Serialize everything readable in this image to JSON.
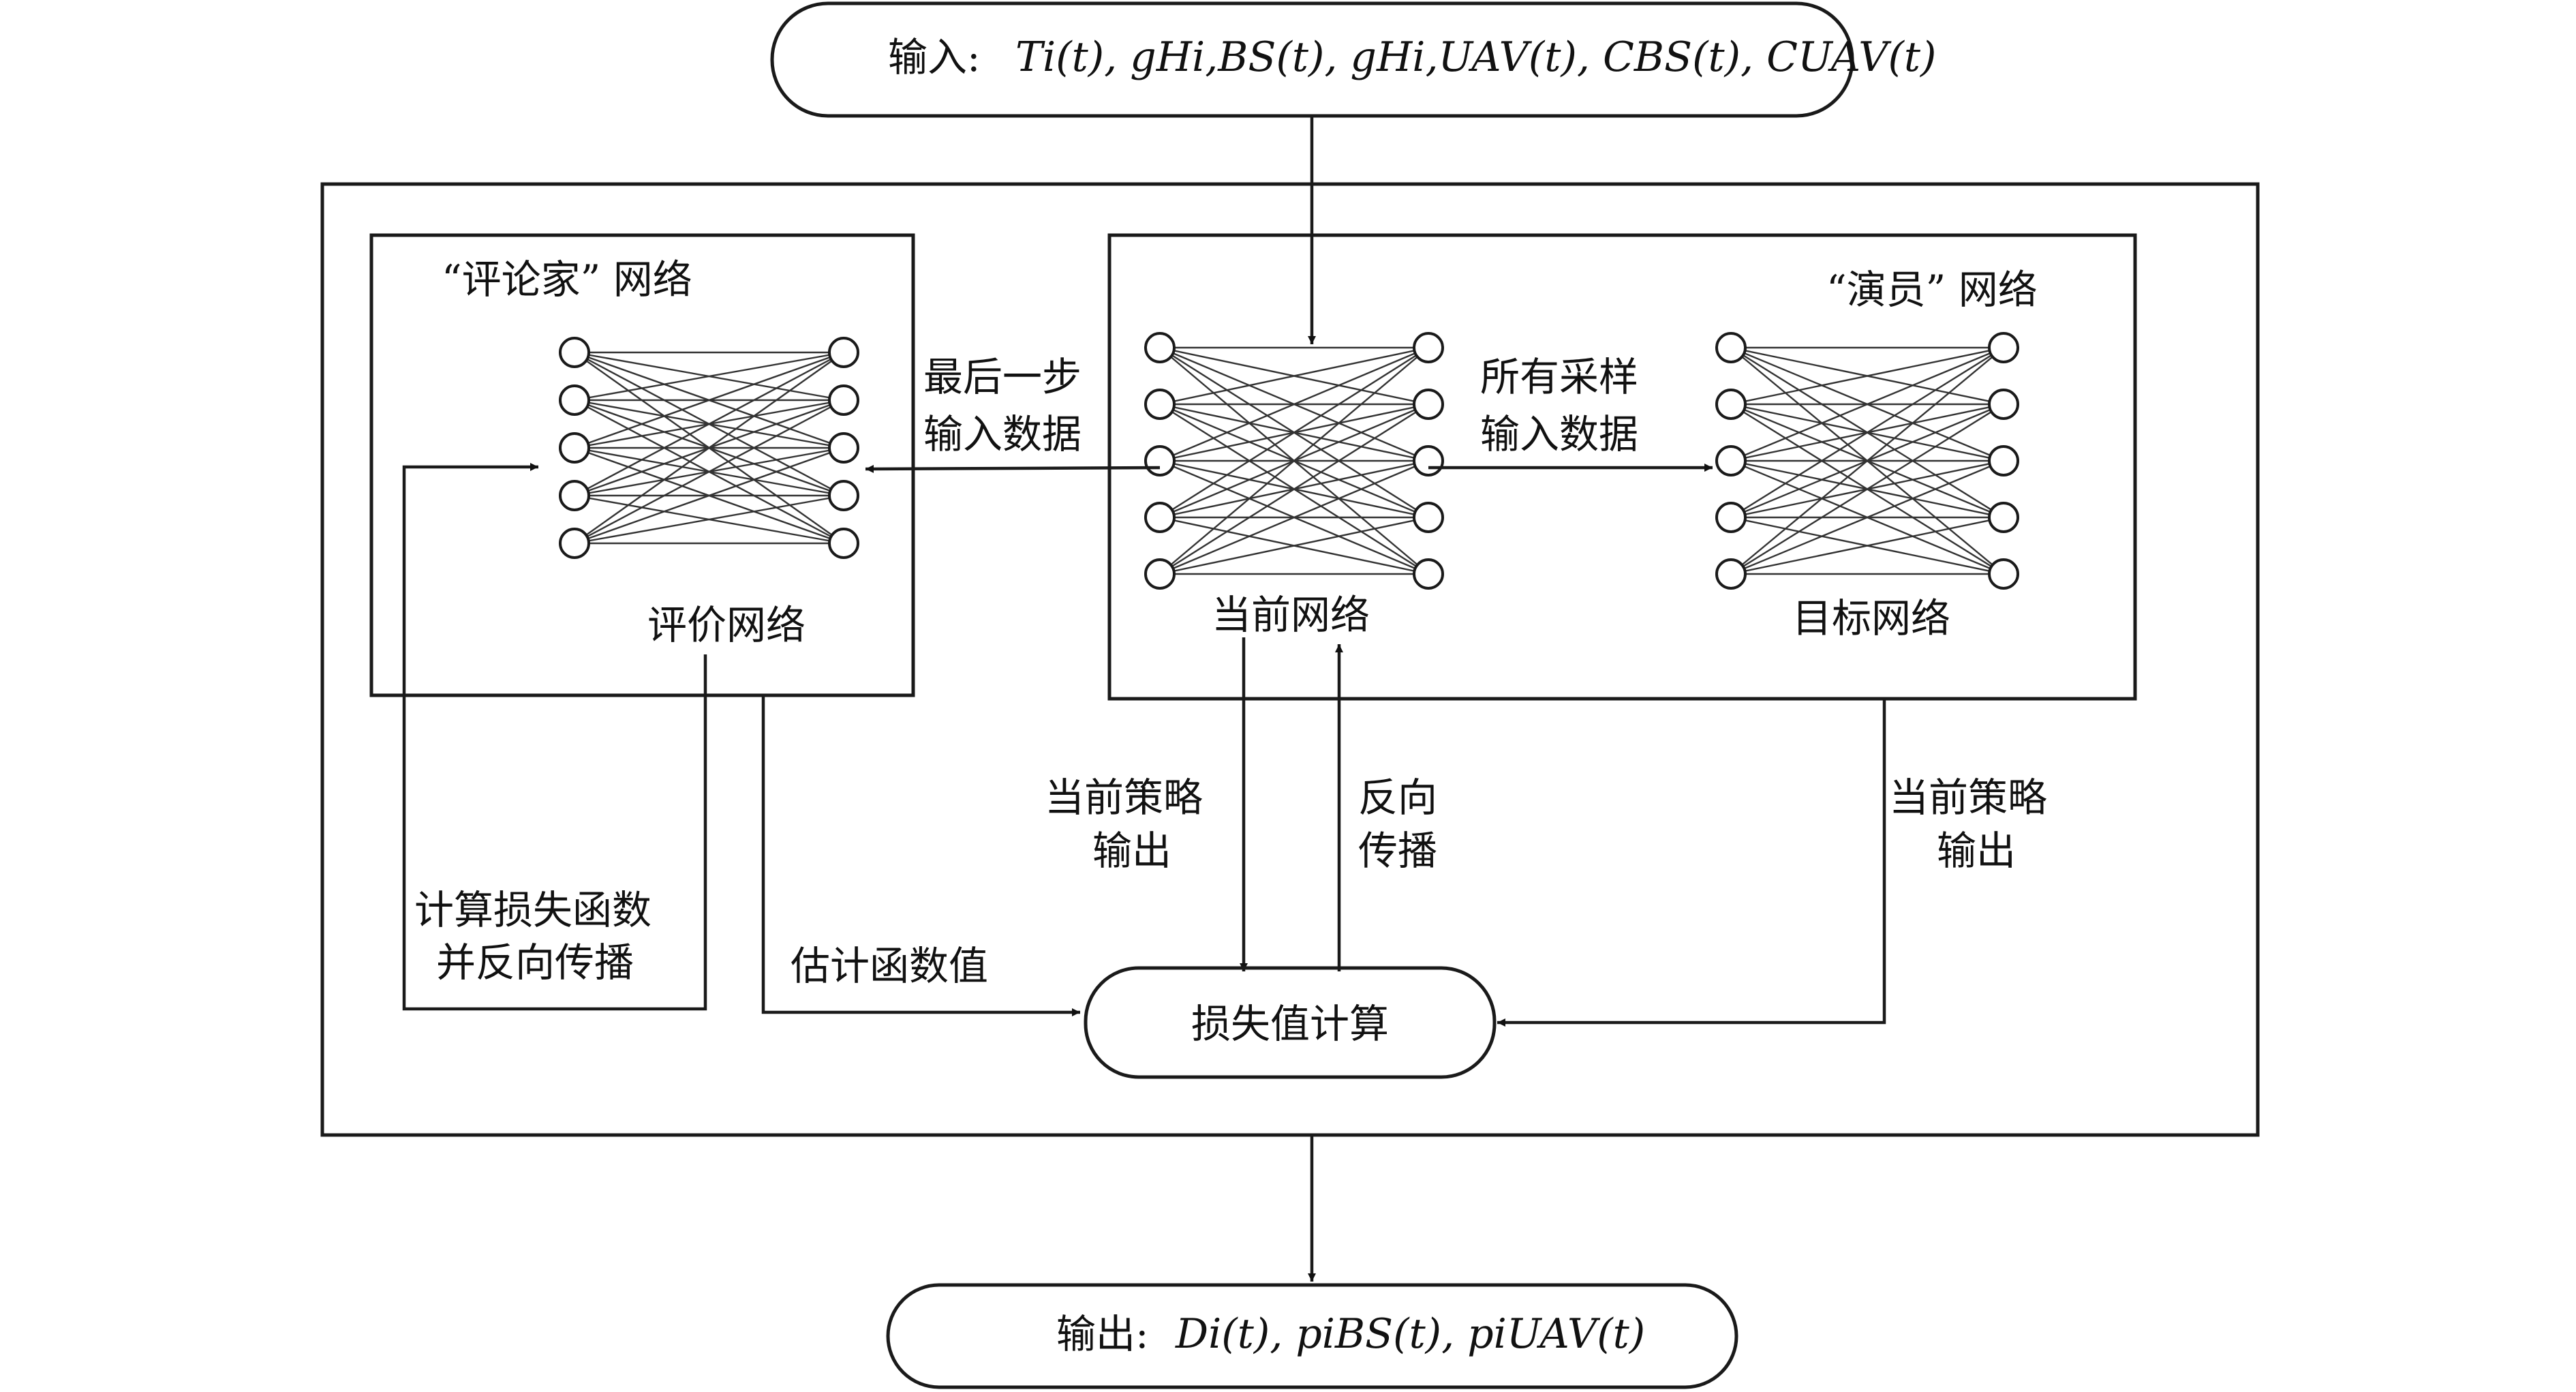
{
  "input": {
    "prefix": "输入:",
    "formula": "Ti(t), gHi,BS(t), gHi,UAV(t), CBS(t), CUAV(t)"
  },
  "output": {
    "prefix": "输出:",
    "formula": "Di(t), piBS(t), piUAV(t)"
  },
  "critic": {
    "title": "“评论家” 网络",
    "network_label": "评价网络",
    "loss_label_line1": "计算损失函数",
    "loss_label_line2": "并反向传播",
    "estimate_label": "估计函数值"
  },
  "actor": {
    "title": "“演员” 网络",
    "current_label": "当前网络",
    "target_label": "目标网络",
    "last_step_line1": "最后一步",
    "last_step_line2": "输入数据",
    "all_samples_line1": "所有采样",
    "all_samples_line2": "输入数据",
    "policy_out_line1": "当前策略",
    "policy_out_line2": "输出",
    "backprop_line1": "反向",
    "backprop_line2": "传播",
    "target_out_line1": "当前策略",
    "target_out_line2": "输出"
  },
  "loss_node": {
    "label": "损失值计算"
  }
}
